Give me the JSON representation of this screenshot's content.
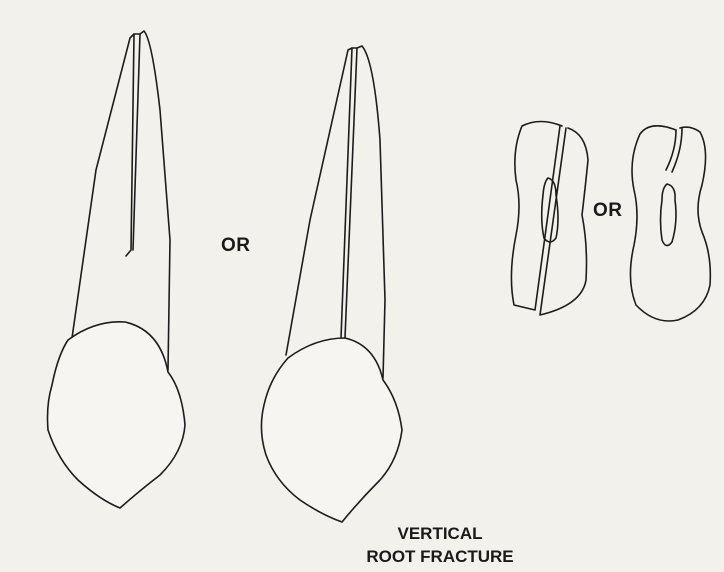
{
  "labels": {
    "or_1": "OR",
    "or_2": "OR"
  },
  "caption": {
    "line1": "VERTICAL",
    "line2": "ROOT FRACTURE"
  },
  "colors": {
    "background": "#f3f1ec",
    "ink": "#1c1c1c"
  }
}
